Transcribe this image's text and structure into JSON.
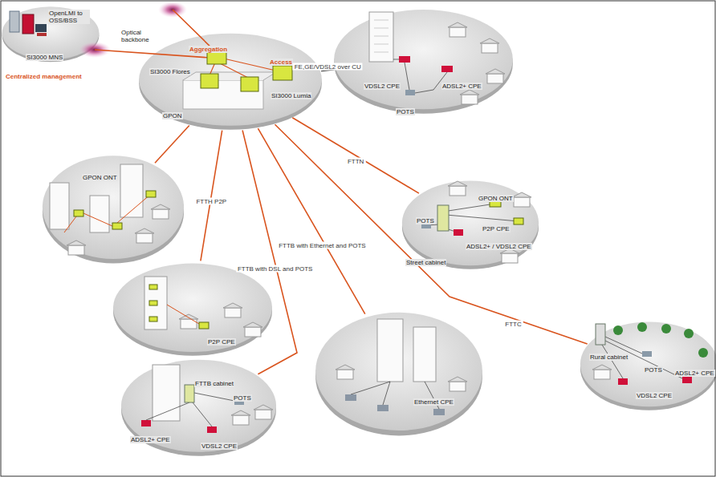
{
  "diagram": {
    "nodes": [
      {
        "text": [
          "OpenLMI to OSS/BSS",
          "SI3000 MNS",
          "Centralized management"
        ]
      },
      {
        "text": [
          "Aggregation",
          "Access",
          "SI3000 Flores",
          "SI3000 Lumia",
          "GPON"
        ]
      },
      {
        "text": [
          "VDSL2 CPE",
          "ADSL2+ CPE",
          "POTS"
        ]
      },
      {
        "text": [
          "GPON ONT"
        ]
      },
      {
        "text": [
          "GPON ONT",
          "P2P CPE",
          "POTS",
          "ADSL2+ / VDSL2 CPE",
          "Street cabinet"
        ]
      },
      {
        "text": [
          "P2P CPE"
        ]
      },
      {
        "text": [
          "Rural cabinet",
          "POTS",
          "ADSL2+ CPE",
          "VDSL2 CPE"
        ]
      },
      {
        "text": [
          "Ethernet CPE"
        ]
      },
      {
        "text": [
          "FTTB cabinet",
          "POTS",
          "ADSL2+ CPE",
          "VDSL2 CPE"
        ]
      }
    ],
    "edges": [
      {
        "from": 1,
        "to": 2,
        "arrow": "none",
        "label": "FE,GE/VDSL2 over CU"
      },
      {
        "from": 1,
        "to": 3,
        "arrow": "none"
      },
      {
        "from": 1,
        "to": 4,
        "arrow": "none",
        "label": "FTTN"
      },
      {
        "from": 1,
        "to": 5,
        "arrow": "none",
        "label": "FTTH P2P"
      },
      {
        "from": 1,
        "to": 6,
        "arrow": "none",
        "label": "FTTC"
      },
      {
        "from": 1,
        "to": 7,
        "arrow": "none",
        "label": "FTTB with Ethernet and POTS"
      },
      {
        "from": 1,
        "to": 8,
        "arrow": "none",
        "label": "FTTB with DSL and POTS"
      }
    ],
    "labels": [
      "Optical backbone"
    ]
  }
}
